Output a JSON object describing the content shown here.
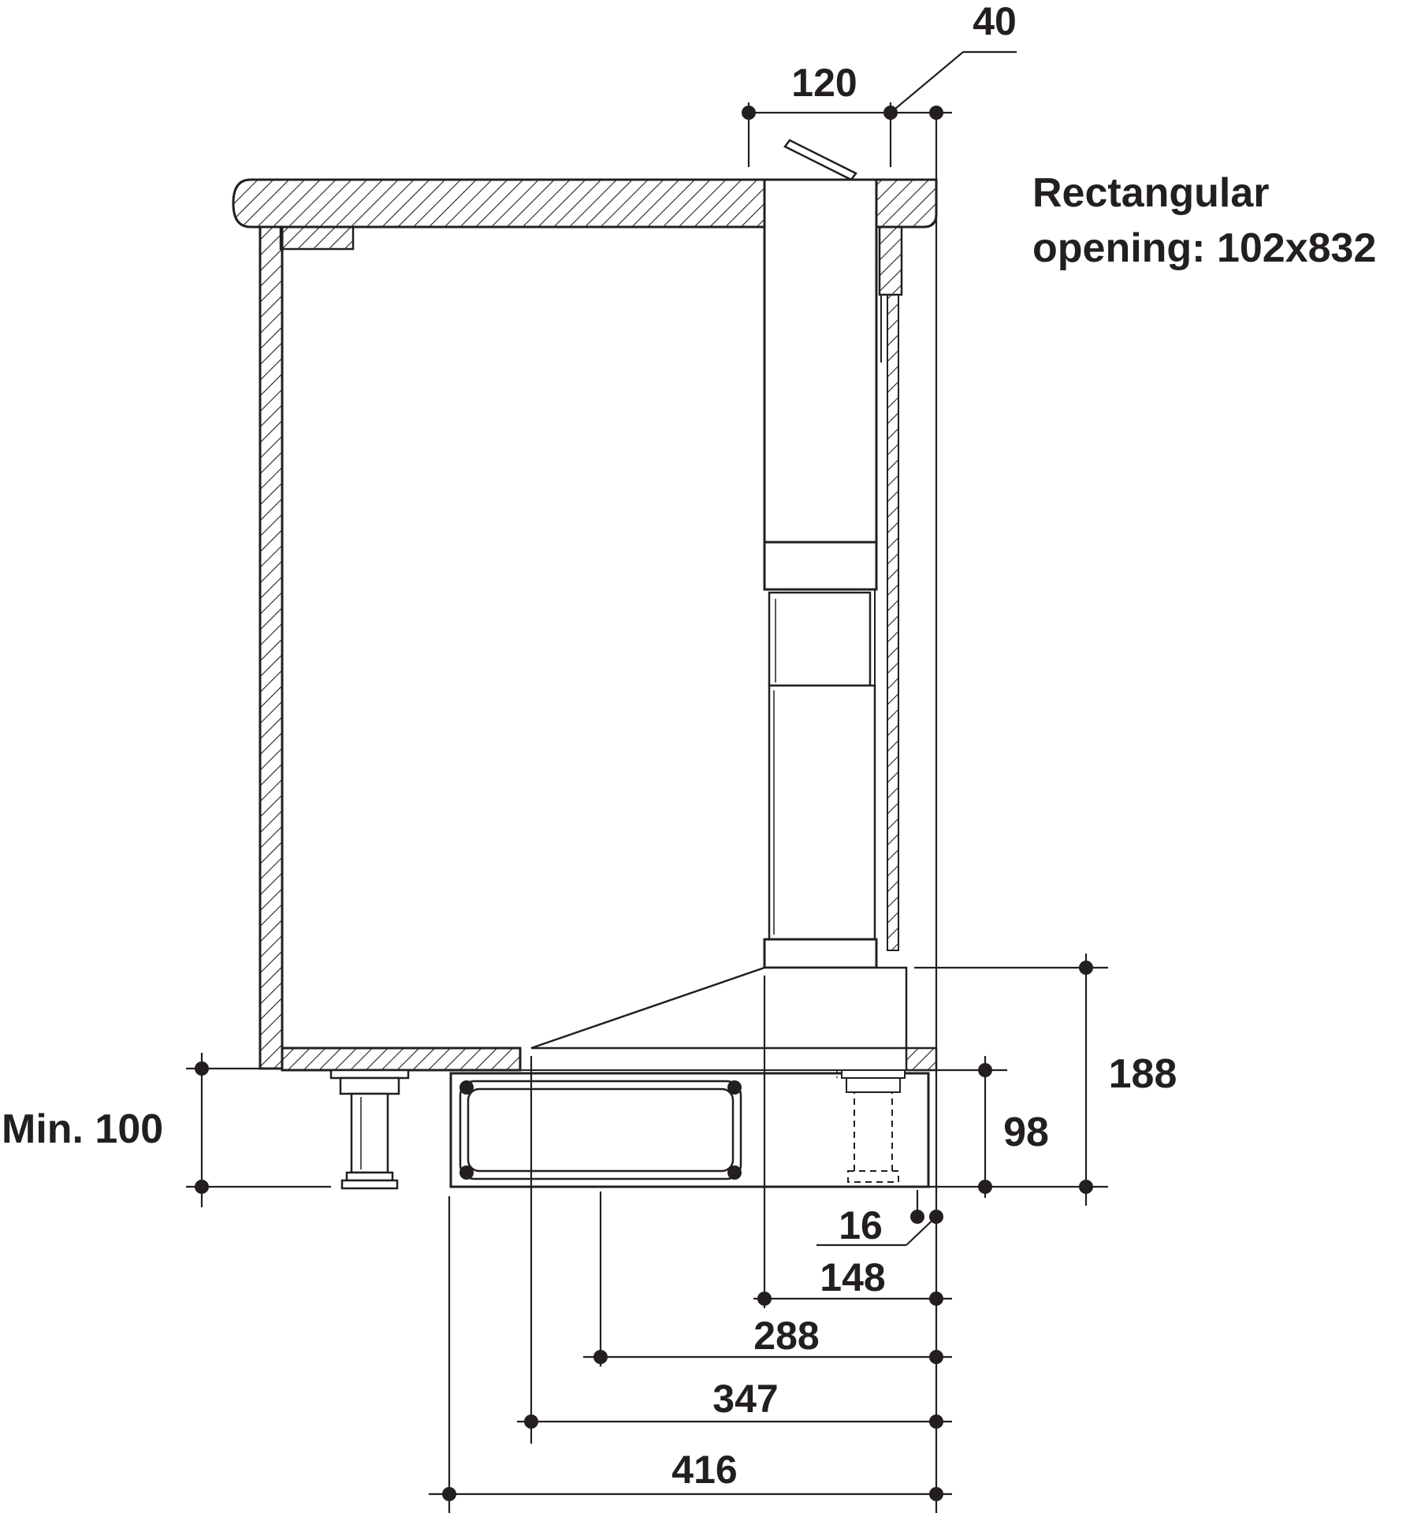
{
  "note": {
    "line1": "Rectangular",
    "line2": "opening: 102x832"
  },
  "dimensions": {
    "top_40": "40",
    "top_120": "120",
    "min_100": "Min. 100",
    "right_188": "188",
    "right_98": "98",
    "bottom_16": "16",
    "bottom_148": "148",
    "bottom_288": "288",
    "bottom_347": "347",
    "bottom_416": "416"
  },
  "colors": {
    "ink": "#231f20",
    "background": "#ffffff"
  }
}
